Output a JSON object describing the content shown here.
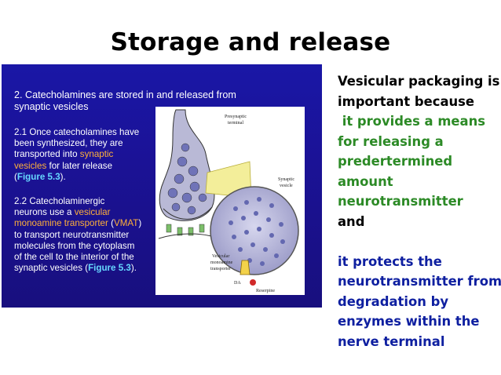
{
  "slide": {
    "title": "Storage and release"
  },
  "left_panel": {
    "heading_line1": "2.  Catecholamines are stored in and released from",
    "heading_line2": "synaptic vesicles",
    "p1": {
      "line1": "2.1  Once catecholamines have",
      "line2": "been synthesized, they are",
      "line3_pre": "transported into ",
      "line3_hl": "synaptic",
      "line4_hl": "vesicles",
      "line4_post": " for later release",
      "line5_pre": "(",
      "line5_fig": "Figure 5.3",
      "line5_post": ")."
    },
    "p2": {
      "line1": "2.2  Catecholaminergic",
      "line2_pre": "neurons use a ",
      "line2_hl": "vesicular",
      "line3_hl": "monoamine transporter",
      "line3_mid": " (",
      "line3_hl2": "VMAT",
      "line3_post": ")",
      "line4": "to transport neurotransmitter",
      "line5": "molecules from the cytoplasm",
      "line6": "of the cell to the interior of the",
      "line7_pre": "synaptic vesicles (",
      "line7_fig": "Figure 5.3",
      "line7_post": ")."
    },
    "figure": {
      "label_presynaptic_1": "Presynaptic",
      "label_presynaptic_2": "terminal",
      "label_vesicle_1": "Synaptic",
      "label_vesicle_2": "vesicle",
      "label_vmat_1": "Vesicular",
      "label_vmat_2": "monoamine",
      "label_vmat_3": "transporter",
      "label_da": "DA",
      "label_reserpine": "Reserpine"
    }
  },
  "right_text": {
    "l1": "Vesicular packaging is",
    "l2": "important because",
    "l3": " it provides a means",
    "l4": "for releasing a",
    "l5": "predertermined",
    "l6": "amount",
    "l7": "neurotransmitter",
    "l8": "and",
    "l9": "it protects the",
    "l10": "neurotransmitter from",
    "l11": "degradation by",
    "l12": "enzymes within the",
    "l13": "nerve terminal"
  },
  "colors": {
    "panel_blue": "#1a17a6",
    "highlight_orange": "#ffb03a",
    "highlight_cyan": "#66d8ff",
    "text_green": "#2c8a26",
    "text_blue": "#0e1fa0"
  }
}
